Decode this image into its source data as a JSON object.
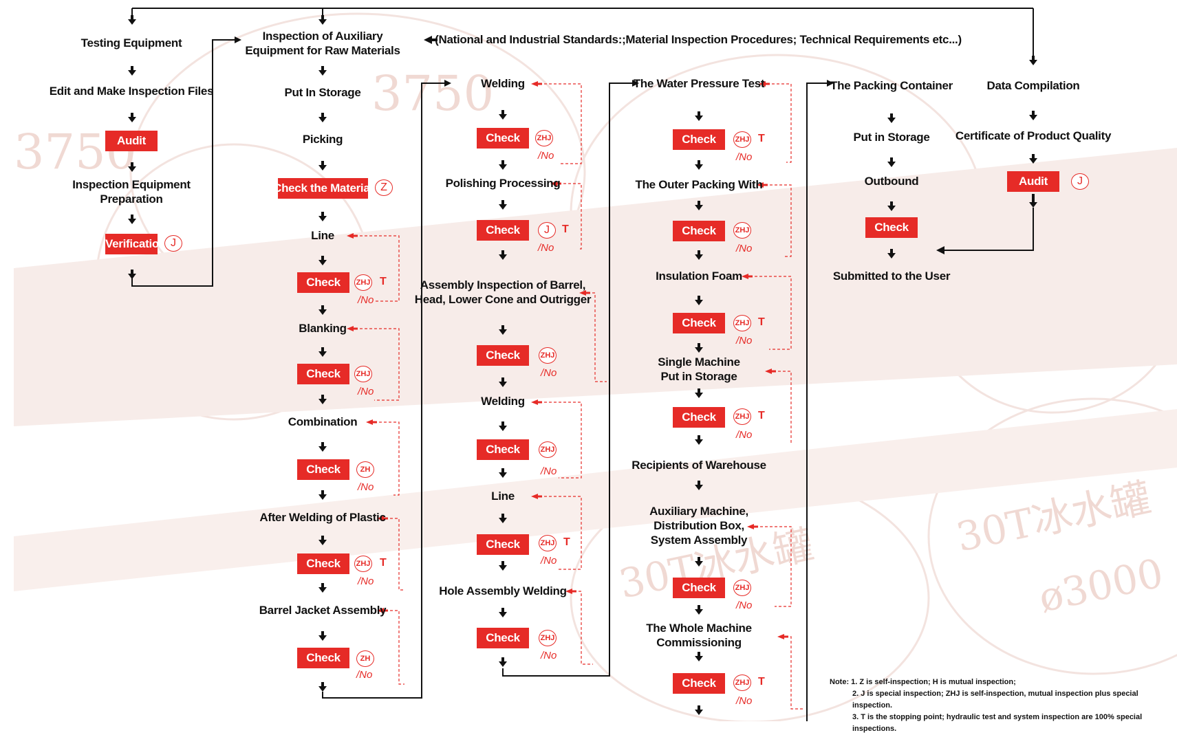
{
  "header": {
    "standards": "(National and Industrial Standards:;Material Inspection Procedures; Technical Requirements etc...)"
  },
  "columns": {
    "col1": {
      "testing": "Testing Equipment",
      "edit": "Edit and Make Inspection Files",
      "audit": "Audit",
      "prep_line1": "Inspection Equipment",
      "prep_line2": "Preparation",
      "verification": "Verification",
      "mark_j": "J"
    },
    "col2": {
      "aux_line1": "Inspection of Auxiliary",
      "aux_line2": "Equipment for Raw Materials",
      "put_in_storage": "Put In Storage",
      "picking": "Picking",
      "check_material": "Check the Material",
      "mark_z": "Z",
      "line": "Line",
      "blanking": "Blanking",
      "combination": "Combination",
      "after_welding": "After Welding of Plastic",
      "barrel_jacket": "Barrel Jacket Assembly"
    },
    "col3": {
      "welding": "Welding",
      "polishing": "Polishing Processing",
      "assembly_line1": "Assembly Inspection of Barrel,",
      "assembly_line2": "Head, Lower Cone and Outrigger",
      "welding2": "Welding",
      "line": "Line",
      "hole_assembly": "Hole Assembly Welding"
    },
    "col4": {
      "water_pressure": "The Water Pressure Test",
      "outer_packing": "The Outer Packing With",
      "insulation": "Insulation Foam",
      "single_line1": "Single Machine",
      "single_line2": "Put in Storage",
      "recipients": "Recipients of Warehouse",
      "aux_machine_line1": "Auxiliary Machine,",
      "aux_machine_line2": "Distribution Box,",
      "aux_machine_line3": "System Assembly",
      "whole_line1": "The Whole Machine",
      "whole_line2": "Commissioning"
    },
    "col5": {
      "packing": "The Packing Container",
      "put_in_storage": "Put in Storage",
      "outbound": "Outbound",
      "check": "Check",
      "submitted": "Submitted to the User"
    },
    "col6": {
      "data": "Data Compilation",
      "certificate": "Certificate of Product Quality",
      "audit": "Audit",
      "mark_j": "J"
    }
  },
  "labels": {
    "check": "Check",
    "no": "/No",
    "t": "T",
    "zhj": "ZHJ",
    "zh": "ZH",
    "j": "J"
  },
  "note": {
    "line1": "Note: 1. Z is self-inspection; H is mutual inspection;",
    "line2": "2. J is special inspection; ZHJ is self-inspection, mutual inspection plus special inspection.",
    "line3": "3. T is the stopping point; hydraulic test and system inspection are 100% special inspections."
  },
  "colors": {
    "accent": "#e62b27",
    "text": "#111111",
    "watermark": "#f1ddd8"
  },
  "watermark": {
    "text1": "30T冰水罐",
    "text2": "ø3000",
    "text3": "3750"
  }
}
